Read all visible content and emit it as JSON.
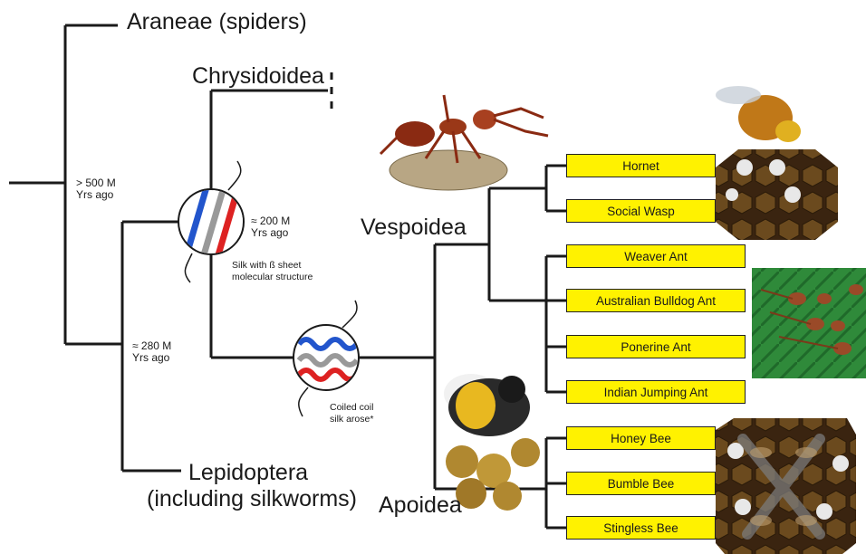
{
  "clades": {
    "araneae": "Araneae (spiders)",
    "chrysidoidea": "Chrysidoidea",
    "vespoidea": "Vespoidea",
    "apoidea": "Apoidea",
    "lepidoptera_line1": "Lepidoptera",
    "lepidoptera_line2": "(including silkworms)"
  },
  "times": {
    "t500_line1": "> 500 M",
    "t500_line2": "Yrs ago",
    "t200_line1": "≈ 200 M",
    "t200_line2": "Yrs ago",
    "t280_line1": "≈ 280 M",
    "t280_line2": "Yrs ago"
  },
  "annotations": {
    "beta_line1": "Silk with ß sheet",
    "beta_line2": "molecular structure",
    "coil_line1": "Coiled coil",
    "coil_line2": "silk arose*"
  },
  "species": [
    "Hornet",
    "Social Wasp",
    "Weaver Ant",
    "Australian Bulldog Ant",
    "Ponerine Ant",
    "Indian Jumping Ant",
    "Honey Bee",
    "Bumble Bee",
    "Stingless Bee"
  ],
  "colors": {
    "label_box": "#fff200",
    "beta_stripes": [
      "#2255cc",
      "#999999",
      "#dd2222"
    ],
    "tree_line": "#1a1a1a"
  }
}
